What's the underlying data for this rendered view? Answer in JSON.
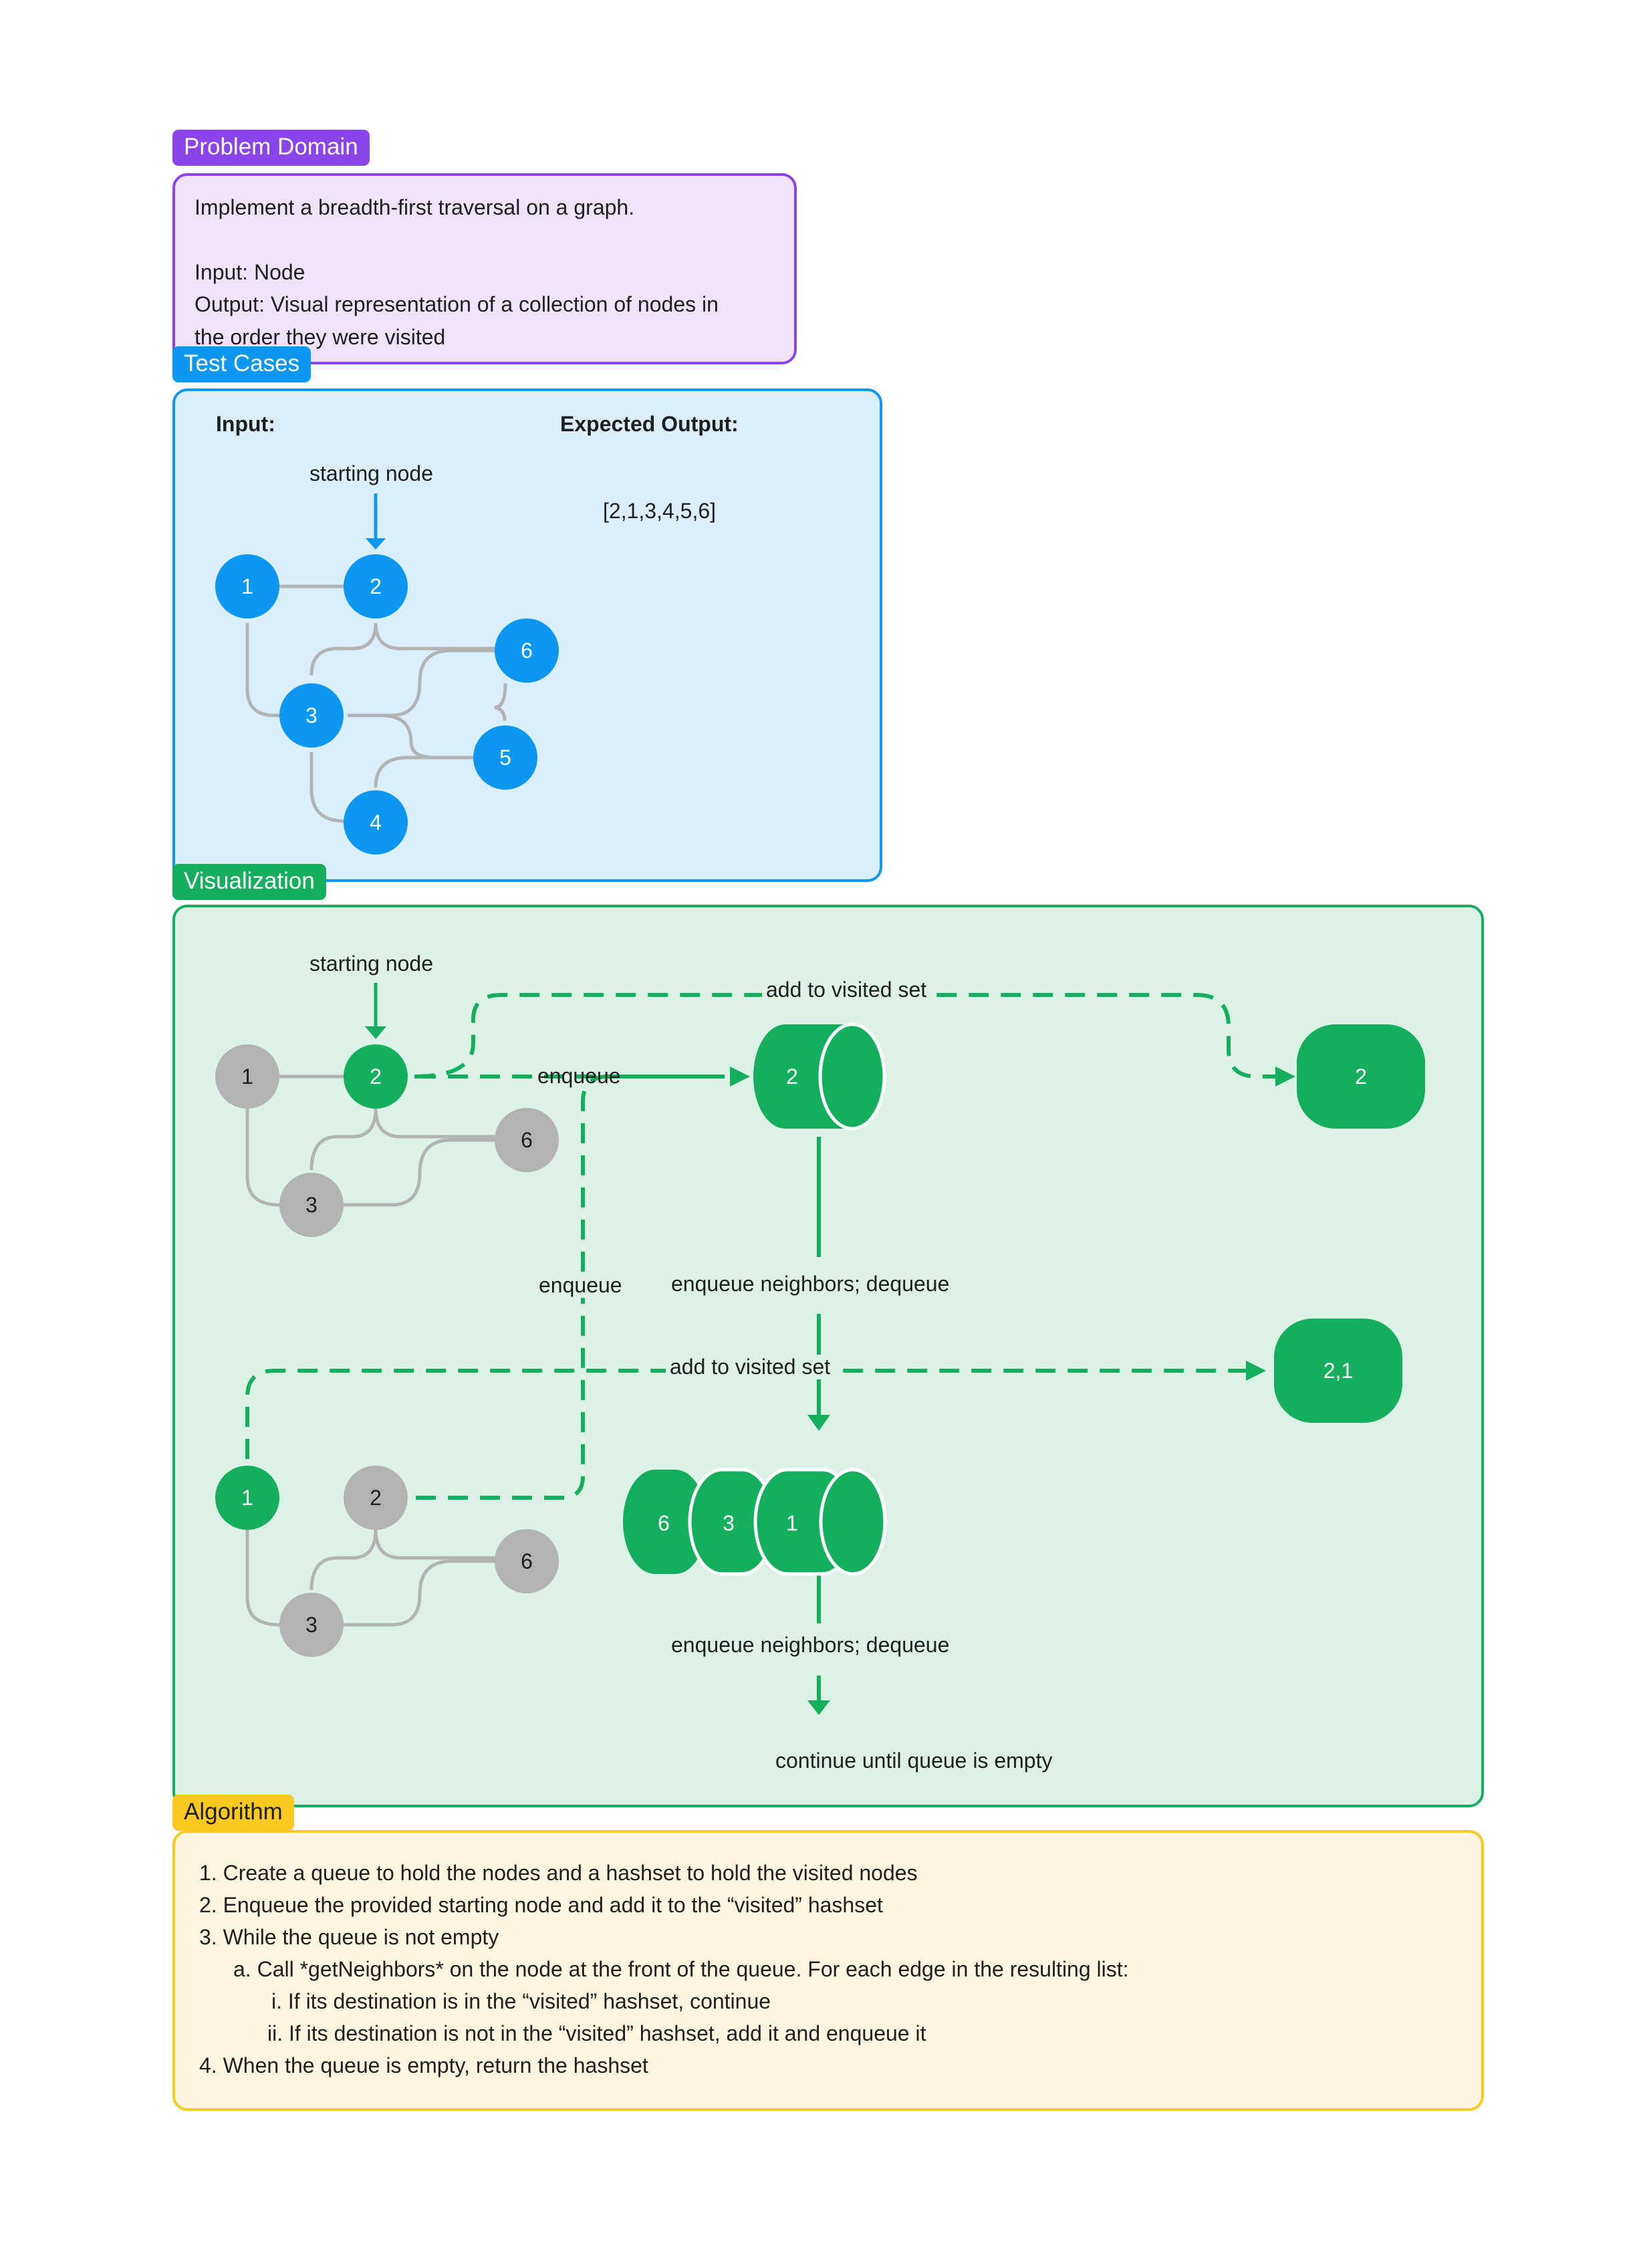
{
  "colors": {
    "purple": "#8b44ea",
    "purple_bg": "#efe3fb",
    "blue": "#0c98f0",
    "blue_bg": "#daeefb",
    "green": "#14ae5c",
    "green_bg": "#dcf2e6",
    "yellow": "#f8c91f",
    "yellow_bg": "#fdf5dd",
    "gray_node": "#b3b3b3",
    "edge": "#b3b3b3"
  },
  "problem_domain": {
    "tag": "Problem Domain",
    "line1": "Implement a breadth-first traversal on a graph.",
    "line2": "Input: Node",
    "line3": "Output: Visual representation of a collection of nodes in",
    "line4": "the order they were visited"
  },
  "test_cases": {
    "tag": "Test Cases",
    "input_label": "Input:",
    "expected_label": "Expected Output:",
    "starting_node": "starting node",
    "expected_output": "[2,1,3,4,5,6]",
    "nodes": [
      "1",
      "2",
      "3",
      "4",
      "5",
      "6"
    ]
  },
  "visualization": {
    "tag": "Visualization",
    "starting_node": "starting node",
    "add_to_visited_1": "add to visited set",
    "enqueue_1": "enqueue",
    "enqueue_2": "enqueue",
    "enqueue_neighbors_1": "enqueue neighbors; dequeue",
    "add_to_visited_2": "add to visited set",
    "enqueue_neighbors_2": "enqueue neighbors; dequeue",
    "continue": "continue until queue is empty",
    "graph1_nodes": [
      "1",
      "2",
      "3",
      "6"
    ],
    "graph2_nodes": [
      "1",
      "2",
      "3",
      "6"
    ],
    "queue1": [
      "2"
    ],
    "queue2": [
      "6",
      "3",
      "1"
    ],
    "visited1": "2",
    "visited2": "2,1"
  },
  "algorithm": {
    "tag": "Algorithm",
    "steps": [
      "1.  Create a queue to hold the nodes and a hashset to hold the visited nodes",
      "2.  Enqueue the provided starting node and add it to the “visited” hashset",
      "3.  While the queue is not empty",
      "a.  Call *getNeighbors* on the node at the front of the queue. For each edge in the resulting list:",
      "i.  If its destination is in the “visited” hashset, continue",
      "ii.  If its destination is not in the “visited” hashset, add it and enqueue it",
      "4.  When the queue is empty, return the hashset"
    ]
  }
}
